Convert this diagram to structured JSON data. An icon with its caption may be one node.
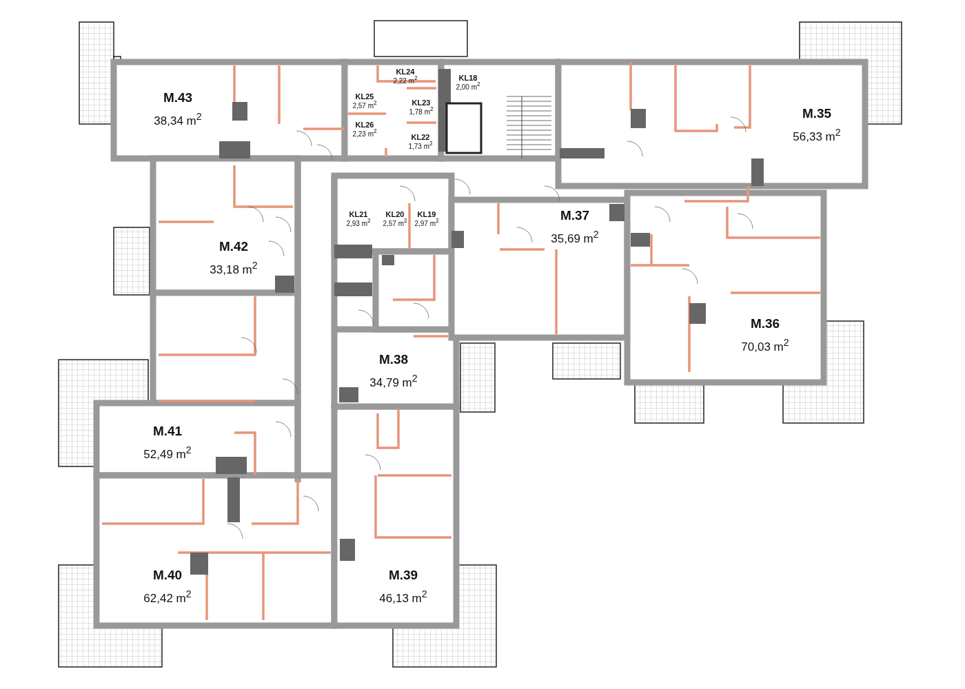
{
  "diagram": {
    "nodes": [
      {
        "text": [
          "M.43",
          "38,34 m$^{2}$"
        ]
      },
      {
        "text": [
          "KL24",
          "2,22 m$^{2}$"
        ]
      },
      {
        "text": [
          "KL18",
          "2,00 m$^{2}$"
        ]
      },
      {
        "text": [
          "KL25",
          "2,57 m$^{2}$"
        ]
      },
      {
        "text": [
          "KL23",
          "1,78 m$^{2}$"
        ]
      },
      {
        "text": [
          "M.35",
          "56,33 m$^{2}$"
        ]
      },
      {
        "text": [
          "KL26",
          "2,23 m$^{2}$"
        ]
      },
      {
        "text": [
          "KL22",
          "1,73 m$^{2}$"
        ]
      },
      {
        "text": [
          "KL21",
          "2,93 m$^{2}$"
        ]
      },
      {
        "text": [
          "KL20",
          "2,57 m$^{2}$"
        ]
      },
      {
        "text": [
          "KL19",
          "2,97 m$^{2}$"
        ]
      },
      {
        "text": [
          "M.37",
          "35,69 m$^{2}$"
        ]
      },
      {
        "text": [
          "M.42",
          "33,18 m$^{2}$"
        ]
      },
      {
        "text": [
          "M.36",
          "70,03 m$^{2}$"
        ]
      },
      {
        "text": [
          "M.38",
          "34,79 m$^{2}$"
        ]
      },
      {
        "text": [
          "M.41",
          "52,49 m$^{2}$"
        ]
      },
      {
        "text": [
          "M.40",
          "62,42 m$^{2}$"
        ]
      },
      {
        "text": [
          "M.39",
          "46,13 m$^{2}$"
        ]
      }
    ]
  }
}
